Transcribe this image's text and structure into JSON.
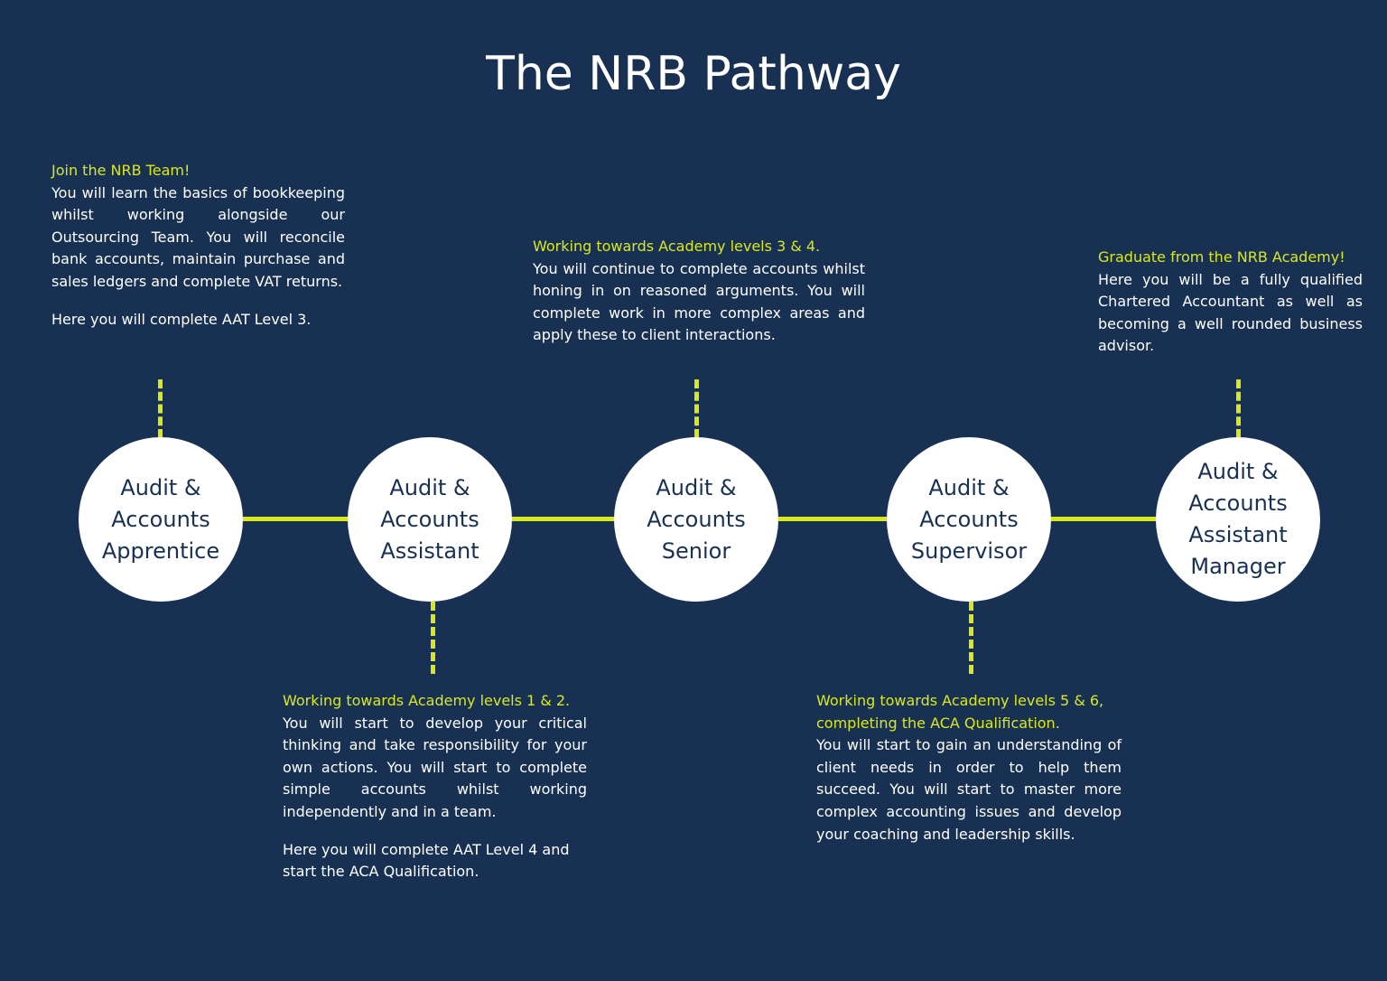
{
  "title": "The NRB Pathway",
  "colors": {
    "background": "#183153",
    "accent": "#d8e81c",
    "node_fill": "#ffffff",
    "node_text": "#183153"
  },
  "nodes": [
    {
      "label": "Audit & Accounts Apprentice"
    },
    {
      "label": "Audit & Accounts Assistant"
    },
    {
      "label": "Audit & Accounts Senior"
    },
    {
      "label": "Audit & Accounts Supervisor"
    },
    {
      "label": "Audit & Accounts Assistant Manager"
    }
  ],
  "blocks": [
    {
      "heading": "Join the NRB Team!",
      "body": "You will learn the basics of bookkeeping whilst working alongside our Outsourcing Team. You will reconcile bank accounts, maintain purchase and sales ledgers and complete VAT returns.",
      "note": "Here you will complete AAT Level 3."
    },
    {
      "heading": "Working towards Academy levels 1 & 2.",
      "body": "You will start to develop your critical thinking and take responsibility for your own actions. You will start to complete simple accounts whilst working independently and in a team.",
      "note": "Here you will complete AAT Level 4 and start the ACA Qualification."
    },
    {
      "heading": "Working towards Academy levels 3 & 4.",
      "body": "You will continue to complete accounts whilst honing in on reasoned arguments. You will complete work in more complex areas and apply these to client interactions."
    },
    {
      "heading": "Working towards Academy levels 5 & 6, completing the ACA Qualification.",
      "body": "You will start to gain an understanding of client needs in order to help them succeed. You will start to master more complex accounting issues and develop your coaching and leadership skills."
    },
    {
      "heading": "Graduate from the NRB Academy!",
      "body": "Here you will be a fully qualified Chartered Accountant as well as becoming a well rounded business advisor."
    }
  ]
}
